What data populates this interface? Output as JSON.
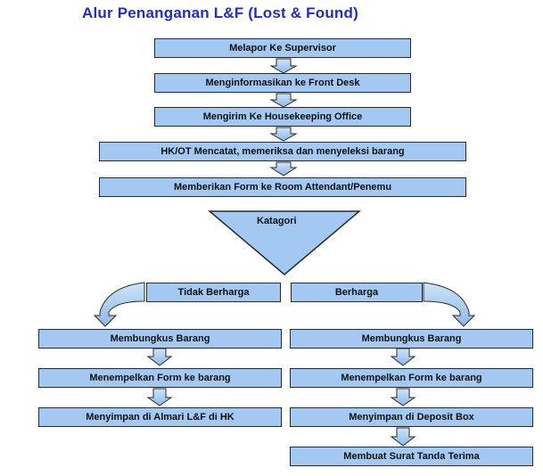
{
  "title": "Alur Penanganan L&F (Lost & Found)",
  "main_steps": [
    "Melapor Ke Supervisor",
    "Menginformasikan ke Front Desk",
    "Mengirim Ke Housekeeping Office",
    "HK/OT Mencatat,  memeriksa dan menyeleksi barang",
    "Memberikan Form ke Room Attendant/Penemu"
  ],
  "decision": {
    "label": "Katagori"
  },
  "branches": {
    "left": {
      "label": "Tidak Berharga",
      "steps": [
        "Membungkus Barang",
        "Menempelkan Form ke barang",
        "Menyimpan di Almari L&F di HK"
      ]
    },
    "right": {
      "label": "Berharga",
      "steps": [
        "Membungkus Barang",
        "Menempelkan Form ke barang",
        "Menyimpan di Deposit Box",
        "Membuat Surat Tanda Terima"
      ]
    }
  },
  "colors": {
    "box_fill": "#a3c9f3",
    "border": "#2a2a2a",
    "title": "#1f2bd6"
  }
}
